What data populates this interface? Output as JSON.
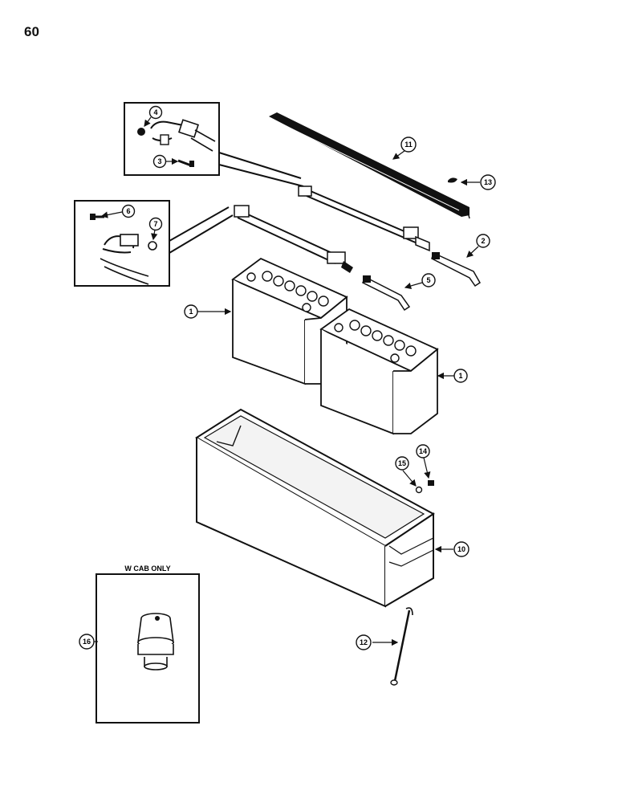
{
  "page_number": "60",
  "inset_label": "W CAB ONLY",
  "callouts": {
    "c1a": "1",
    "c1b": "1",
    "c2": "2",
    "c3": "3",
    "c4": "4",
    "c5": "5",
    "c6": "6",
    "c7": "7",
    "c10": "10",
    "c11": "11",
    "c12": "12",
    "c13": "13",
    "c14": "14",
    "c15": "15",
    "c16": "16"
  }
}
